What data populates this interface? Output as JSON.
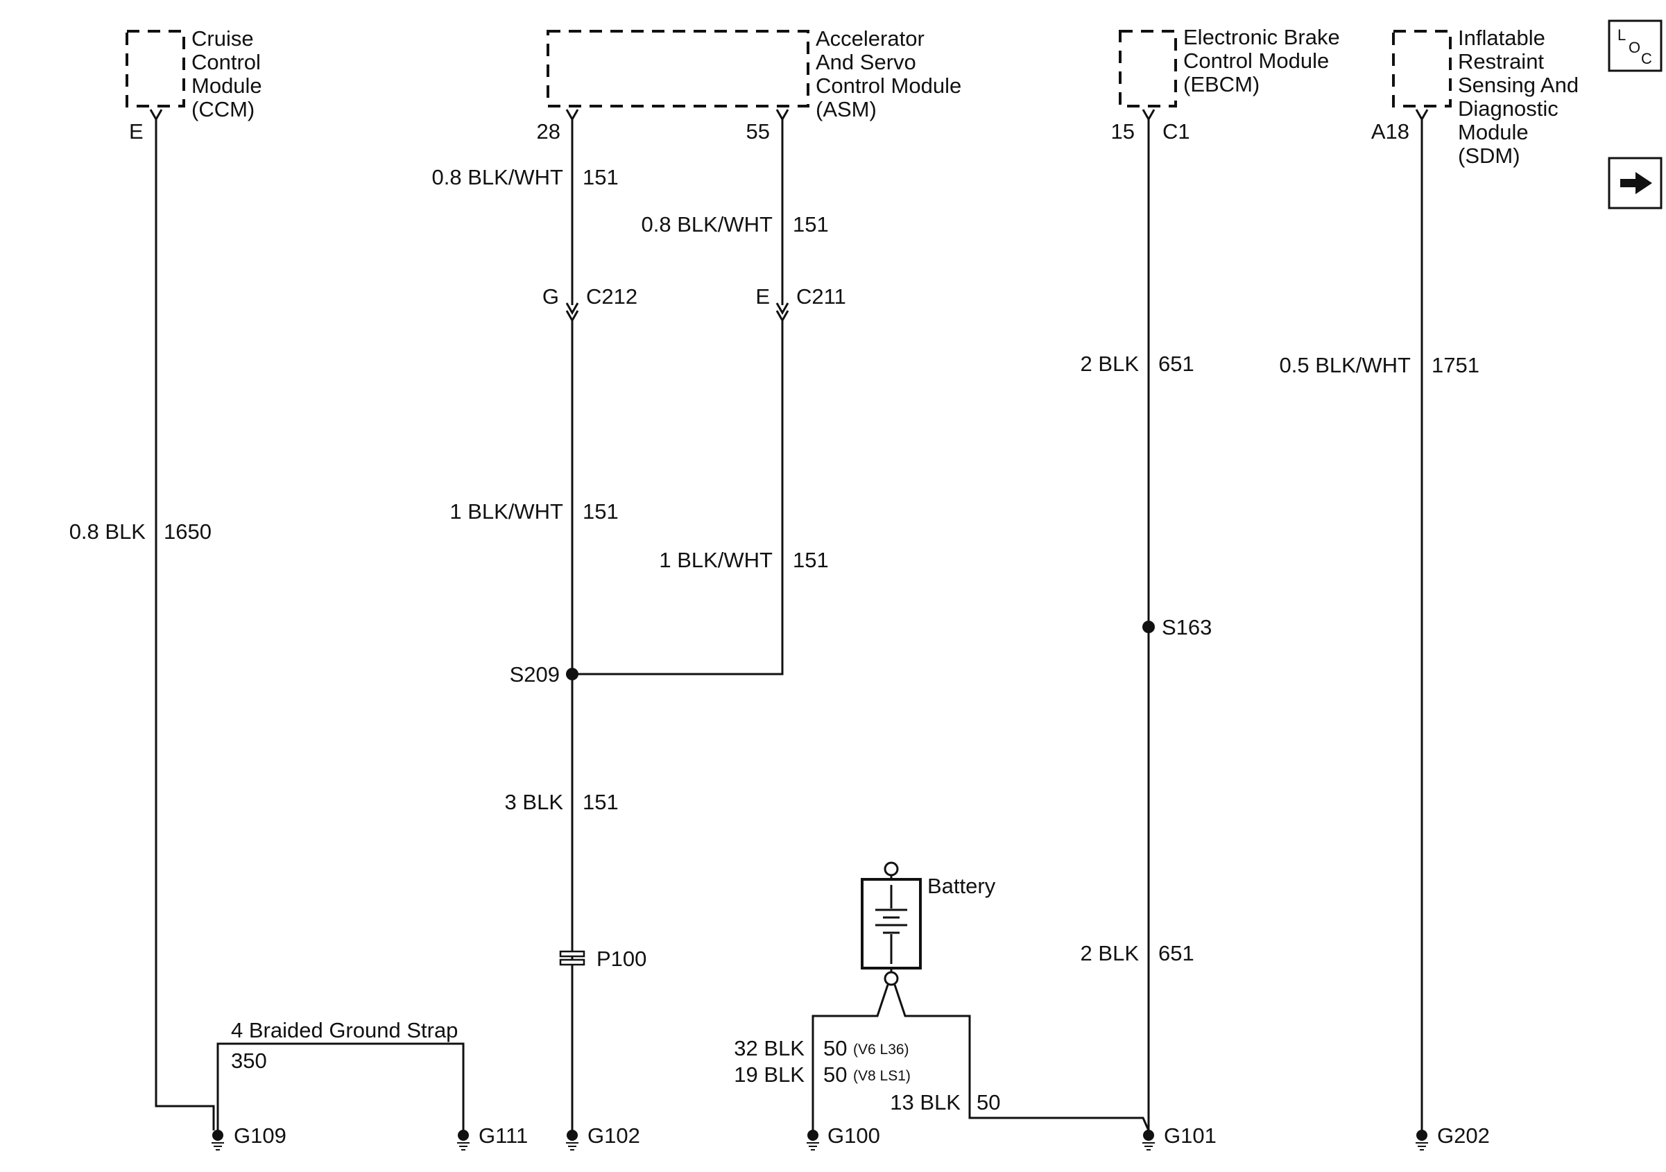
{
  "modules": {
    "ccm": {
      "lines": [
        "Cruise",
        "Control",
        "Module",
        "(CCM)"
      ],
      "pin": "E"
    },
    "asm": {
      "lines": [
        "Accelerator",
        "And Servo",
        "Control Module",
        "(ASM)"
      ],
      "pin_a": "28",
      "pin_b": "55"
    },
    "ebcm": {
      "lines": [
        "Electronic Brake",
        "Control Module",
        "(EBCM)"
      ],
      "pin": "15",
      "connector": "C1"
    },
    "sdm": {
      "lines": [
        "Inflatable",
        "Restraint",
        "Sensing And",
        "Diagnostic",
        "Module",
        "(SDM)"
      ],
      "pin": "A18"
    }
  },
  "wires": {
    "ccm_main": {
      "gauge": "0.8 BLK",
      "circuit": "1650"
    },
    "asm28_upper": {
      "gauge": "0.8 BLK/WHT",
      "circuit": "151"
    },
    "asm55_upper": {
      "gauge": "0.8 BLK/WHT",
      "circuit": "151"
    },
    "asm28_lower": {
      "gauge": "1 BLK/WHT",
      "circuit": "151"
    },
    "asm55_lower": {
      "gauge": "1 BLK/WHT",
      "circuit": "151"
    },
    "s209_out": {
      "gauge": "3 BLK",
      "circuit": "151"
    },
    "ebcm_upper": {
      "gauge": "2 BLK",
      "circuit": "651"
    },
    "ebcm_lower": {
      "gauge": "2 BLK",
      "circuit": "651"
    },
    "sdm_main": {
      "gauge": "0.5 BLK/WHT",
      "circuit": "1751"
    },
    "strap": {
      "gauge": "4 Braided Ground Strap",
      "circuit": "350"
    },
    "batt_v6": {
      "gauge": "32 BLK",
      "circuit": "50",
      "note": "(V6 L36)"
    },
    "batt_v8": {
      "gauge": "19 BLK",
      "circuit": "50",
      "note": "(V8 LS1)"
    },
    "batt_g101": {
      "gauge": "13 BLK",
      "circuit": "50"
    }
  },
  "connectors": {
    "c212": {
      "pin": "G",
      "name": "C212"
    },
    "c211": {
      "pin": "E",
      "name": "C211"
    },
    "p100": "P100"
  },
  "splices": {
    "s209": "S209",
    "s163": "S163"
  },
  "grounds": {
    "g109": "G109",
    "g111": "G111",
    "g102": "G102",
    "g100": "G100",
    "g101": "G101",
    "g202": "G202"
  },
  "battery": {
    "label": "Battery"
  },
  "nav": {
    "loc_icon": "component-locator-icon",
    "next_icon": "right-arrow-icon",
    "loc_text": {
      "l": "L",
      "o": "O",
      "c": "C"
    }
  }
}
